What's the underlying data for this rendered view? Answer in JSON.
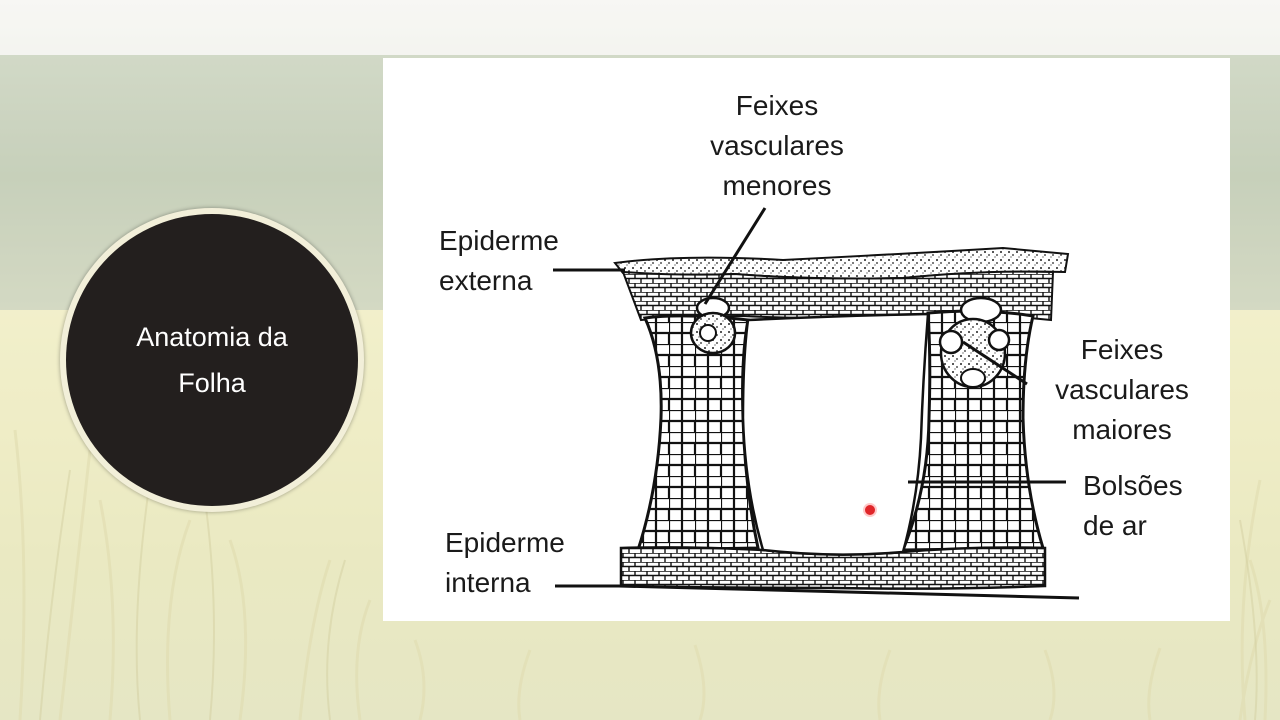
{
  "slide_title": "Anatomia da Folha",
  "title_lines": [
    "Anatomia da",
    "Folha"
  ],
  "labels": {
    "feixes_menores": [
      "Feixes",
      "vasculares",
      "menores"
    ],
    "epiderme_externa": [
      "Epiderme",
      "externa"
    ],
    "feixes_maiores": [
      "Feixes",
      "vasculares",
      "maiores"
    ],
    "bolsoes": [
      "Bolsões",
      "de ar"
    ],
    "epiderme_interna": [
      "Epiderme",
      "interna"
    ]
  },
  "colors": {
    "badge": "#231f1e",
    "badge_ring": "#f2efd9",
    "panel": "#ffffff",
    "pointer": "#e0262a"
  }
}
